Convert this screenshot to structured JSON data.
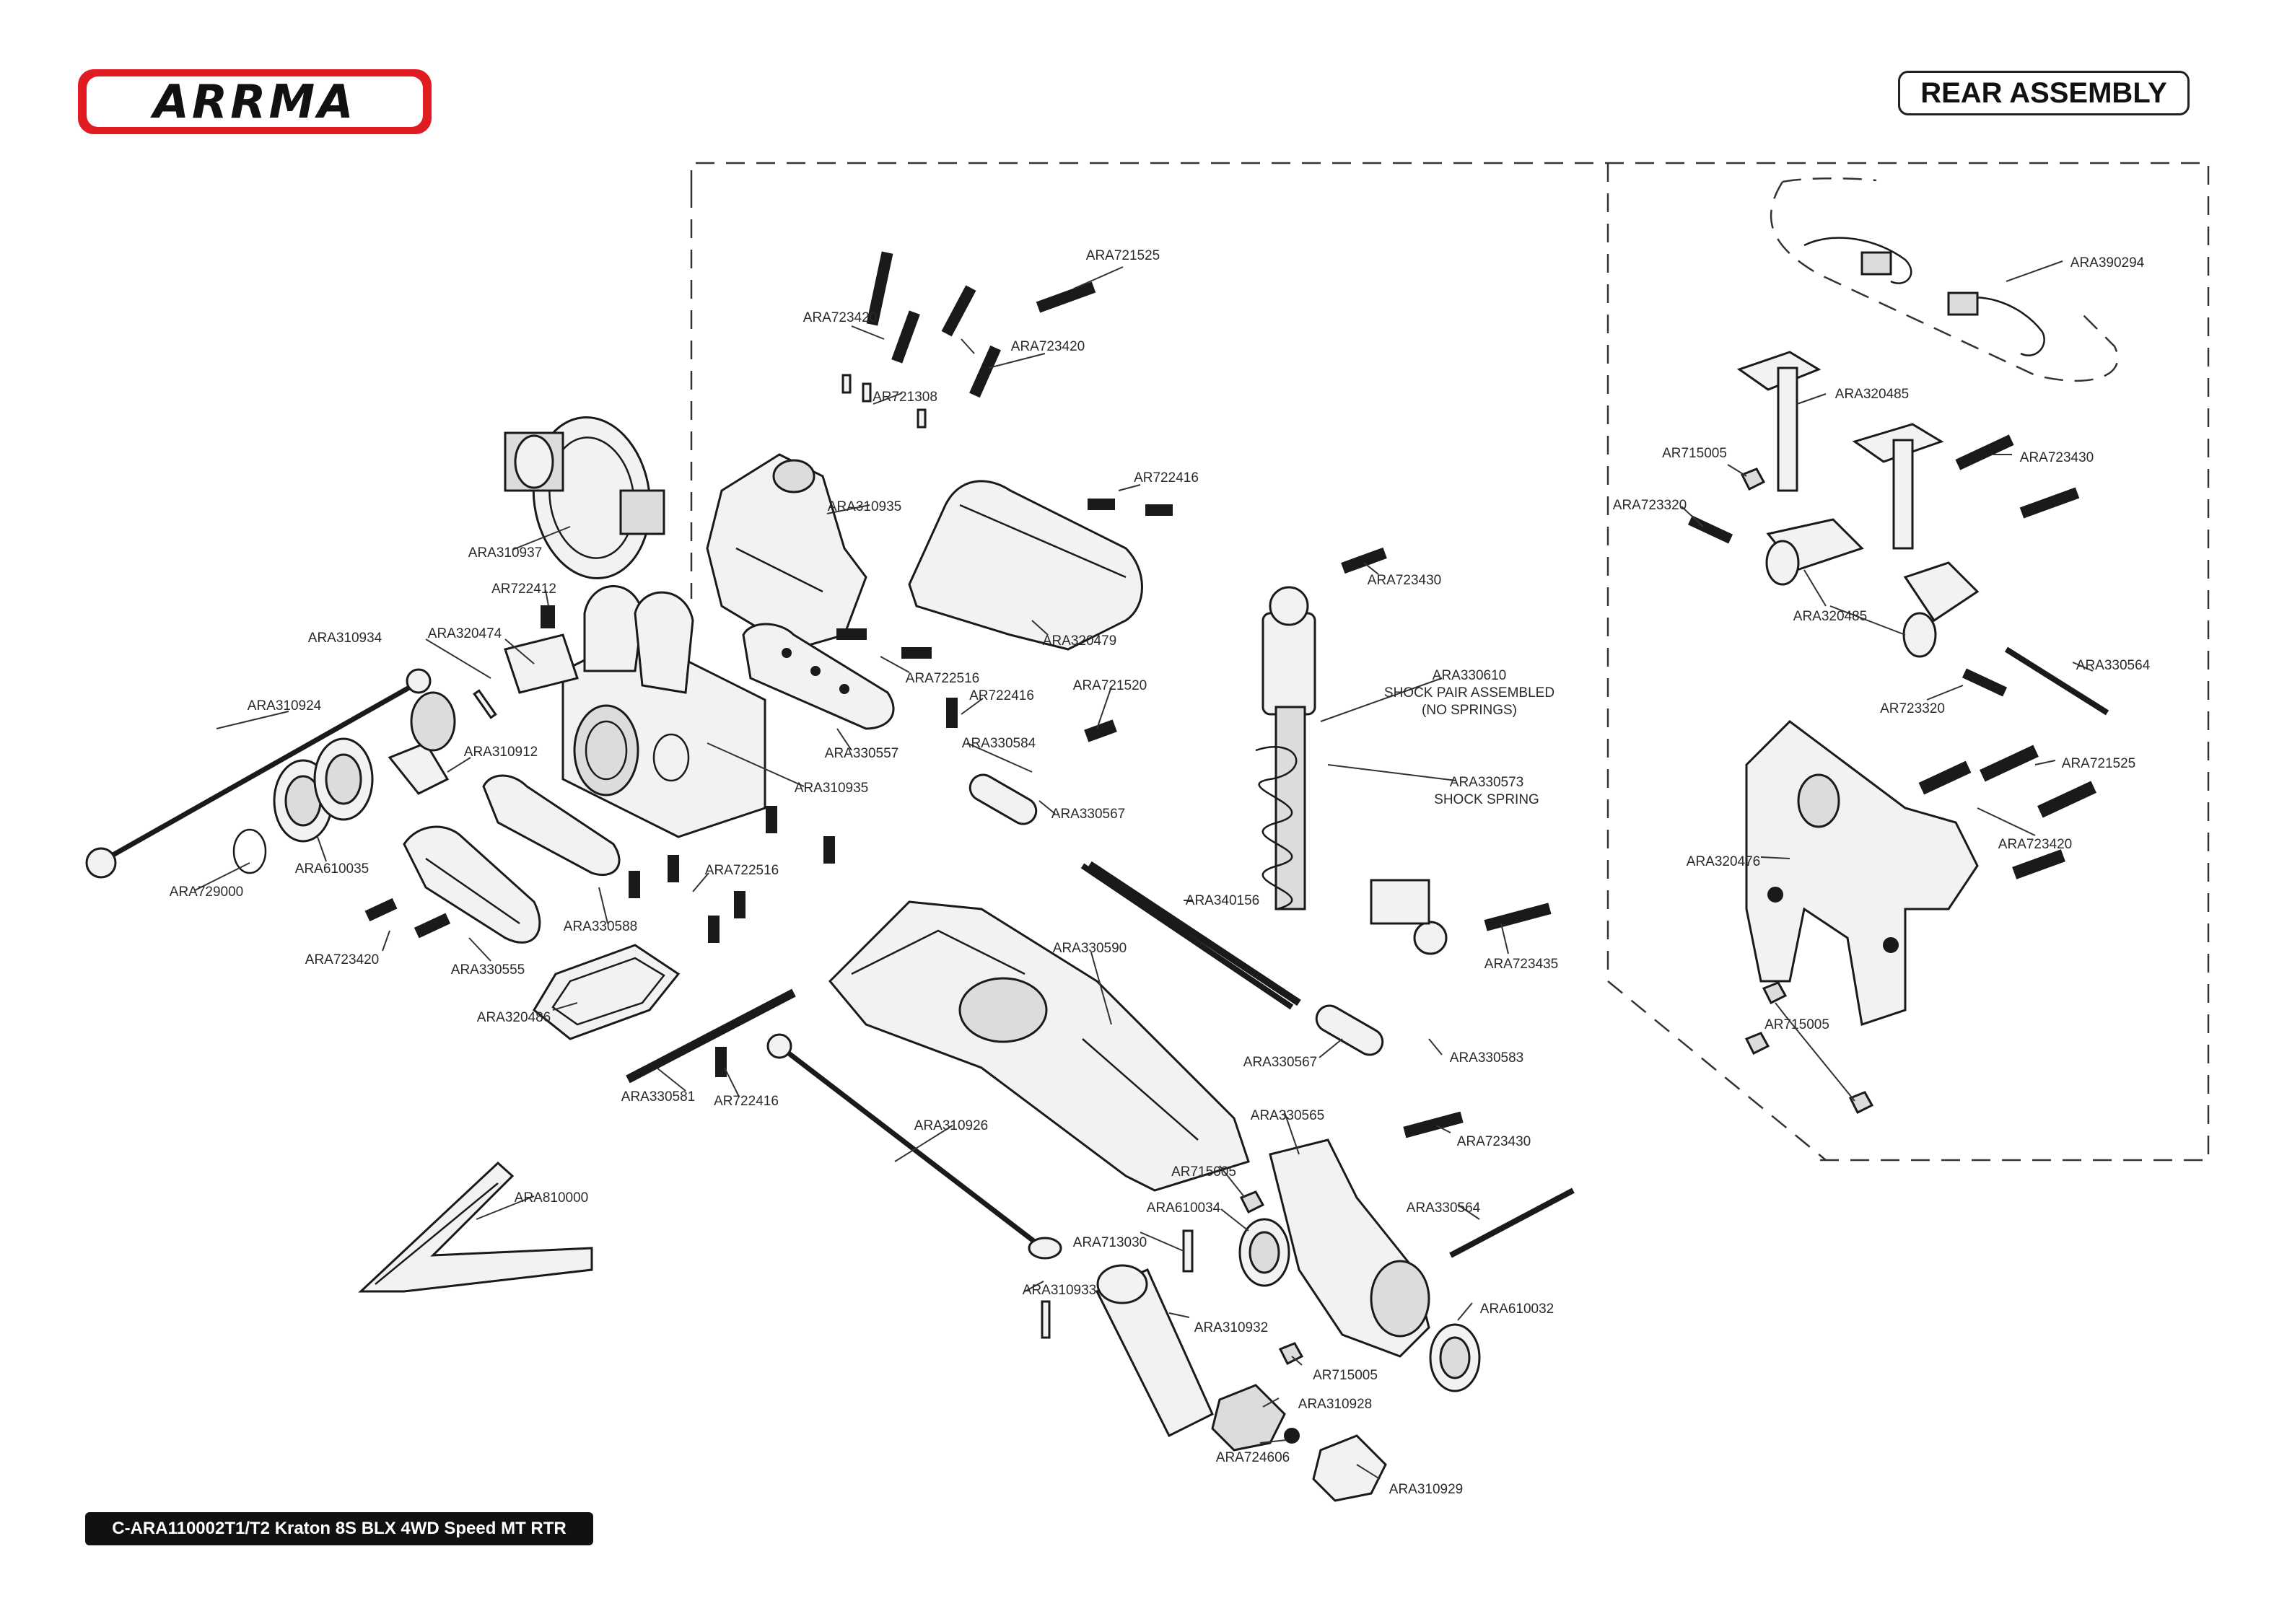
{
  "brand": {
    "logo_text": "ARRMA",
    "colors": {
      "logo_red": "#e01b22",
      "logo_black": "#111111",
      "footer_bg": "#111111"
    }
  },
  "header": {
    "title": "REAR ASSEMBLY"
  },
  "footer": {
    "model_text": "C-ARA110002T1/T2 Kraton 8S BLX 4WD Speed MT RTR"
  },
  "callouts": [
    "ARA721525",
    "ARA723420",
    "ARA723420",
    "AR721308",
    "ARA310937",
    "ARA310935",
    "AR722416",
    "ARA320479",
    "AR722412",
    "ARA310934",
    "ARA320474",
    "ARA722516",
    "AR722416",
    "ARA721520",
    "ARA723430",
    "ARA330610",
    "SHOCK PAIR ASSEMBLED",
    "(NO SPRINGS)",
    "ARA310924",
    "ARA310912",
    "ARA330557",
    "ARA330584",
    "ARA310935",
    "ARA330573",
    "SHOCK SPRING",
    "ARA330567",
    "ARA729000",
    "ARA610035",
    "ARA722516",
    "ARA330588",
    "ARA723420",
    "ARA330555",
    "ARA340156",
    "ARA723435",
    "ARA330590",
    "ARA320486",
    "ARA330567",
    "ARA330583",
    "ARA330581",
    "AR722416",
    "ARA330565",
    "ARA723430",
    "ARA310926",
    "AR715005",
    "ARA610034",
    "ARA330564",
    "ARA810000",
    "ARA713030",
    "ARA310933",
    "ARA310932",
    "ARA610032",
    "AR715005",
    "ARA310928",
    "ARA724606",
    "ARA310929",
    "ARA390294",
    "ARA320485",
    "AR715005",
    "ARA723430",
    "ARA723320",
    "ARA320485",
    "ARA330564",
    "AR723320",
    "ARA721525",
    "ARA723420",
    "ARA320476",
    "AR715005"
  ]
}
